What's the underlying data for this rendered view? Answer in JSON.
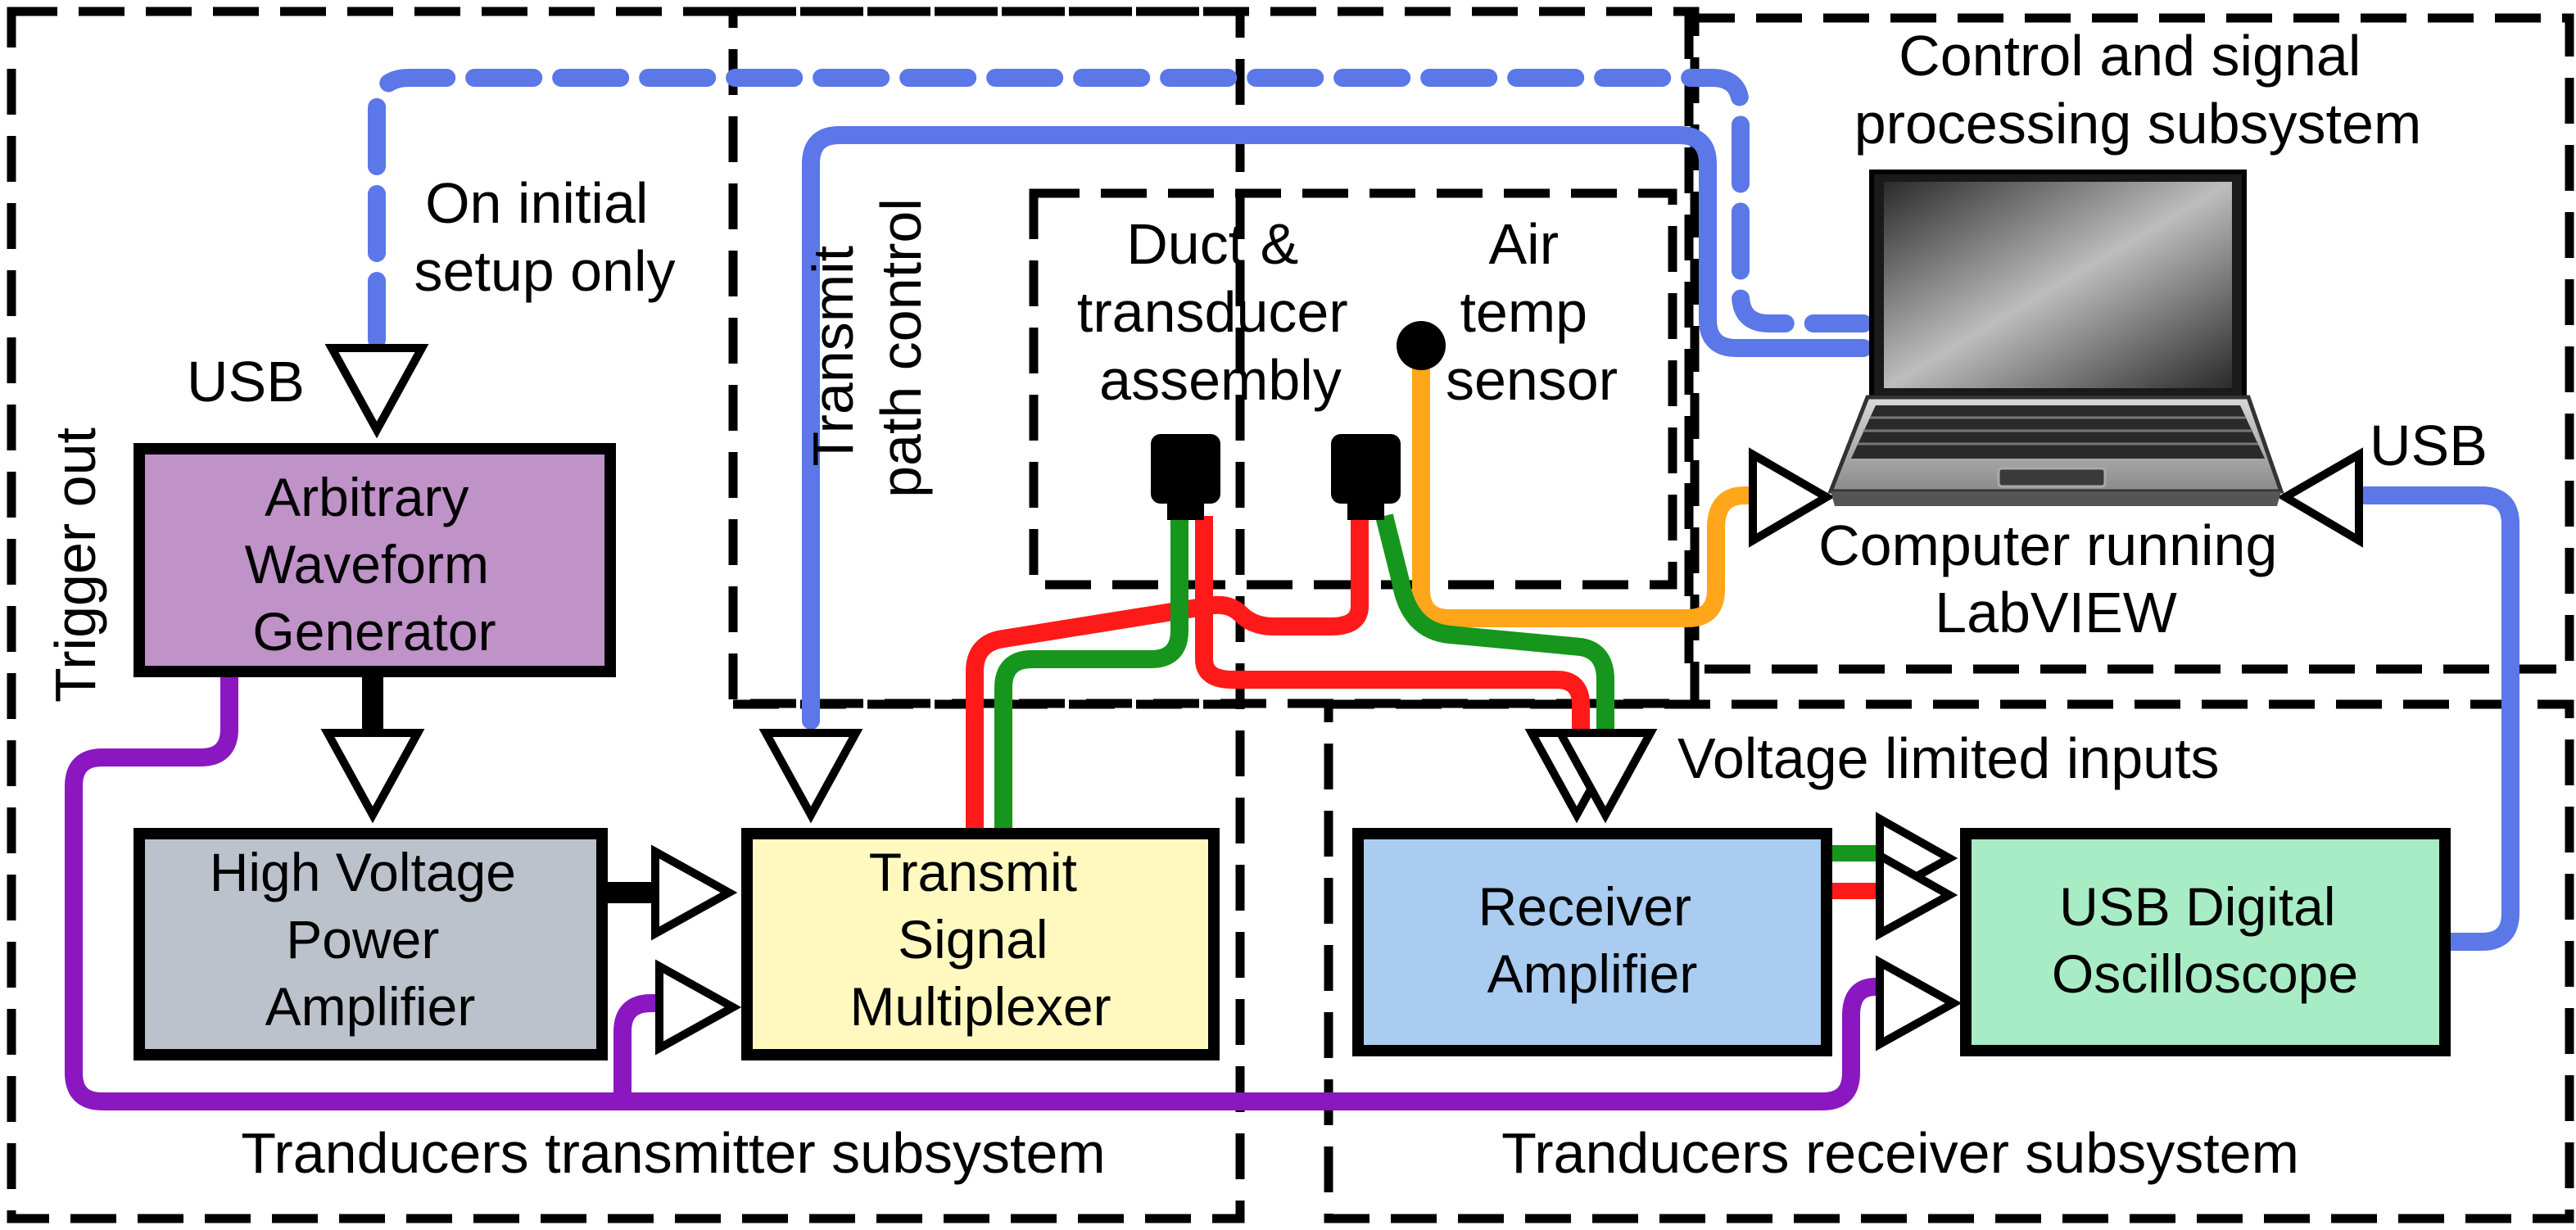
{
  "subsystems": {
    "control": {
      "line1": "Control and signal",
      "line2": "processing subsystem"
    },
    "transmitter": {
      "label": "Tranducers transmitter subsystem"
    },
    "receiver": {
      "label": "Tranducers receiver subsystem"
    },
    "path_control": {
      "line1": "Transmit",
      "line2": "path control"
    },
    "duct": {
      "line1": "Duct &",
      "line2": "transducer",
      "line3": "assembly"
    },
    "air": {
      "line1": "Air",
      "line2": "temp",
      "line3": "sensor"
    }
  },
  "blocks": {
    "awg": {
      "lines": [
        "Arbitrary",
        "Waveform",
        "Generator"
      ],
      "color": "#bf92c8"
    },
    "hvpa": {
      "lines": [
        "High Voltage",
        "Power",
        "Amplifier"
      ],
      "color": "#bcc2cb"
    },
    "tsm": {
      "lines": [
        "Transmit",
        "Signal",
        "Multiplexer"
      ],
      "color": "#fff9bf"
    },
    "rx": {
      "lines": [
        "Receiver",
        "Amplifier"
      ],
      "color": "#a9ccf0"
    },
    "osc": {
      "lines": [
        "USB Digital",
        "Oscilloscope"
      ],
      "color": "#a8ecc6"
    }
  },
  "computer": {
    "line1": "Computer running",
    "line2": "LabVIEW"
  },
  "labels": {
    "initial_line1": "On initial",
    "initial_line2": "setup only",
    "usb_left": "USB",
    "usb_right": "USB",
    "trigger_out": "Trigger out",
    "voltage_limited": "Voltage limited inputs"
  },
  "colors": {
    "usb_blue": "#5b77e8",
    "trigger_purple": "#8a17c0",
    "temp_orange": "#ffa61a",
    "wire_red": "#ff1a1a",
    "wire_green": "#16961c"
  }
}
